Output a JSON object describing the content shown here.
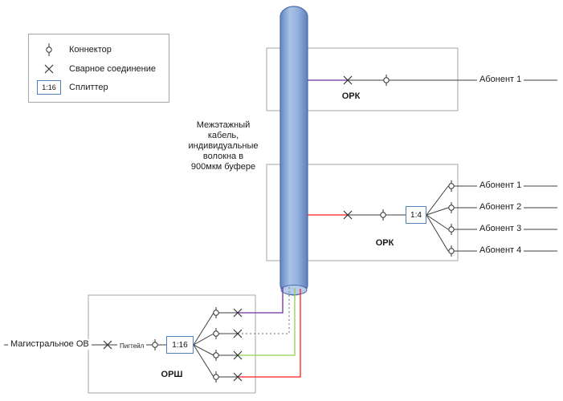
{
  "legend": {
    "connector_label": "Коннектор",
    "splice_label": "Сварное соединение",
    "splitter_label": "Сплиттер",
    "splitter_symbol": "1:16"
  },
  "cable_label": [
    "Межэтажный",
    "кабель,",
    "индивидуальные",
    "волокна в",
    "900мкм буфере"
  ],
  "ork1": {
    "title": "ОРК",
    "subscriber": "Абонент 1"
  },
  "ork2": {
    "title": "ОРК",
    "splitter_label": "1:4",
    "subscribers": [
      "Абонент 1",
      "Абонент 2",
      "Абонент 3",
      "Абонент 4"
    ]
  },
  "orsh": {
    "title": "ОРШ",
    "input_label": "Магистральное ОВ",
    "pigtail_label": "Пигтейл",
    "splitter_label": "1:16"
  },
  "colors": {
    "fiber_purple": "#7030a0",
    "fiber_gray": "#8c8c8c",
    "fiber_green": "#92d050",
    "fiber_red": "#ff1a1a",
    "cable_stroke": "#4a6da8",
    "splitter_border": "#4f81bd",
    "line": "#3f3f3f",
    "box_border": "#a6a6a6"
  }
}
